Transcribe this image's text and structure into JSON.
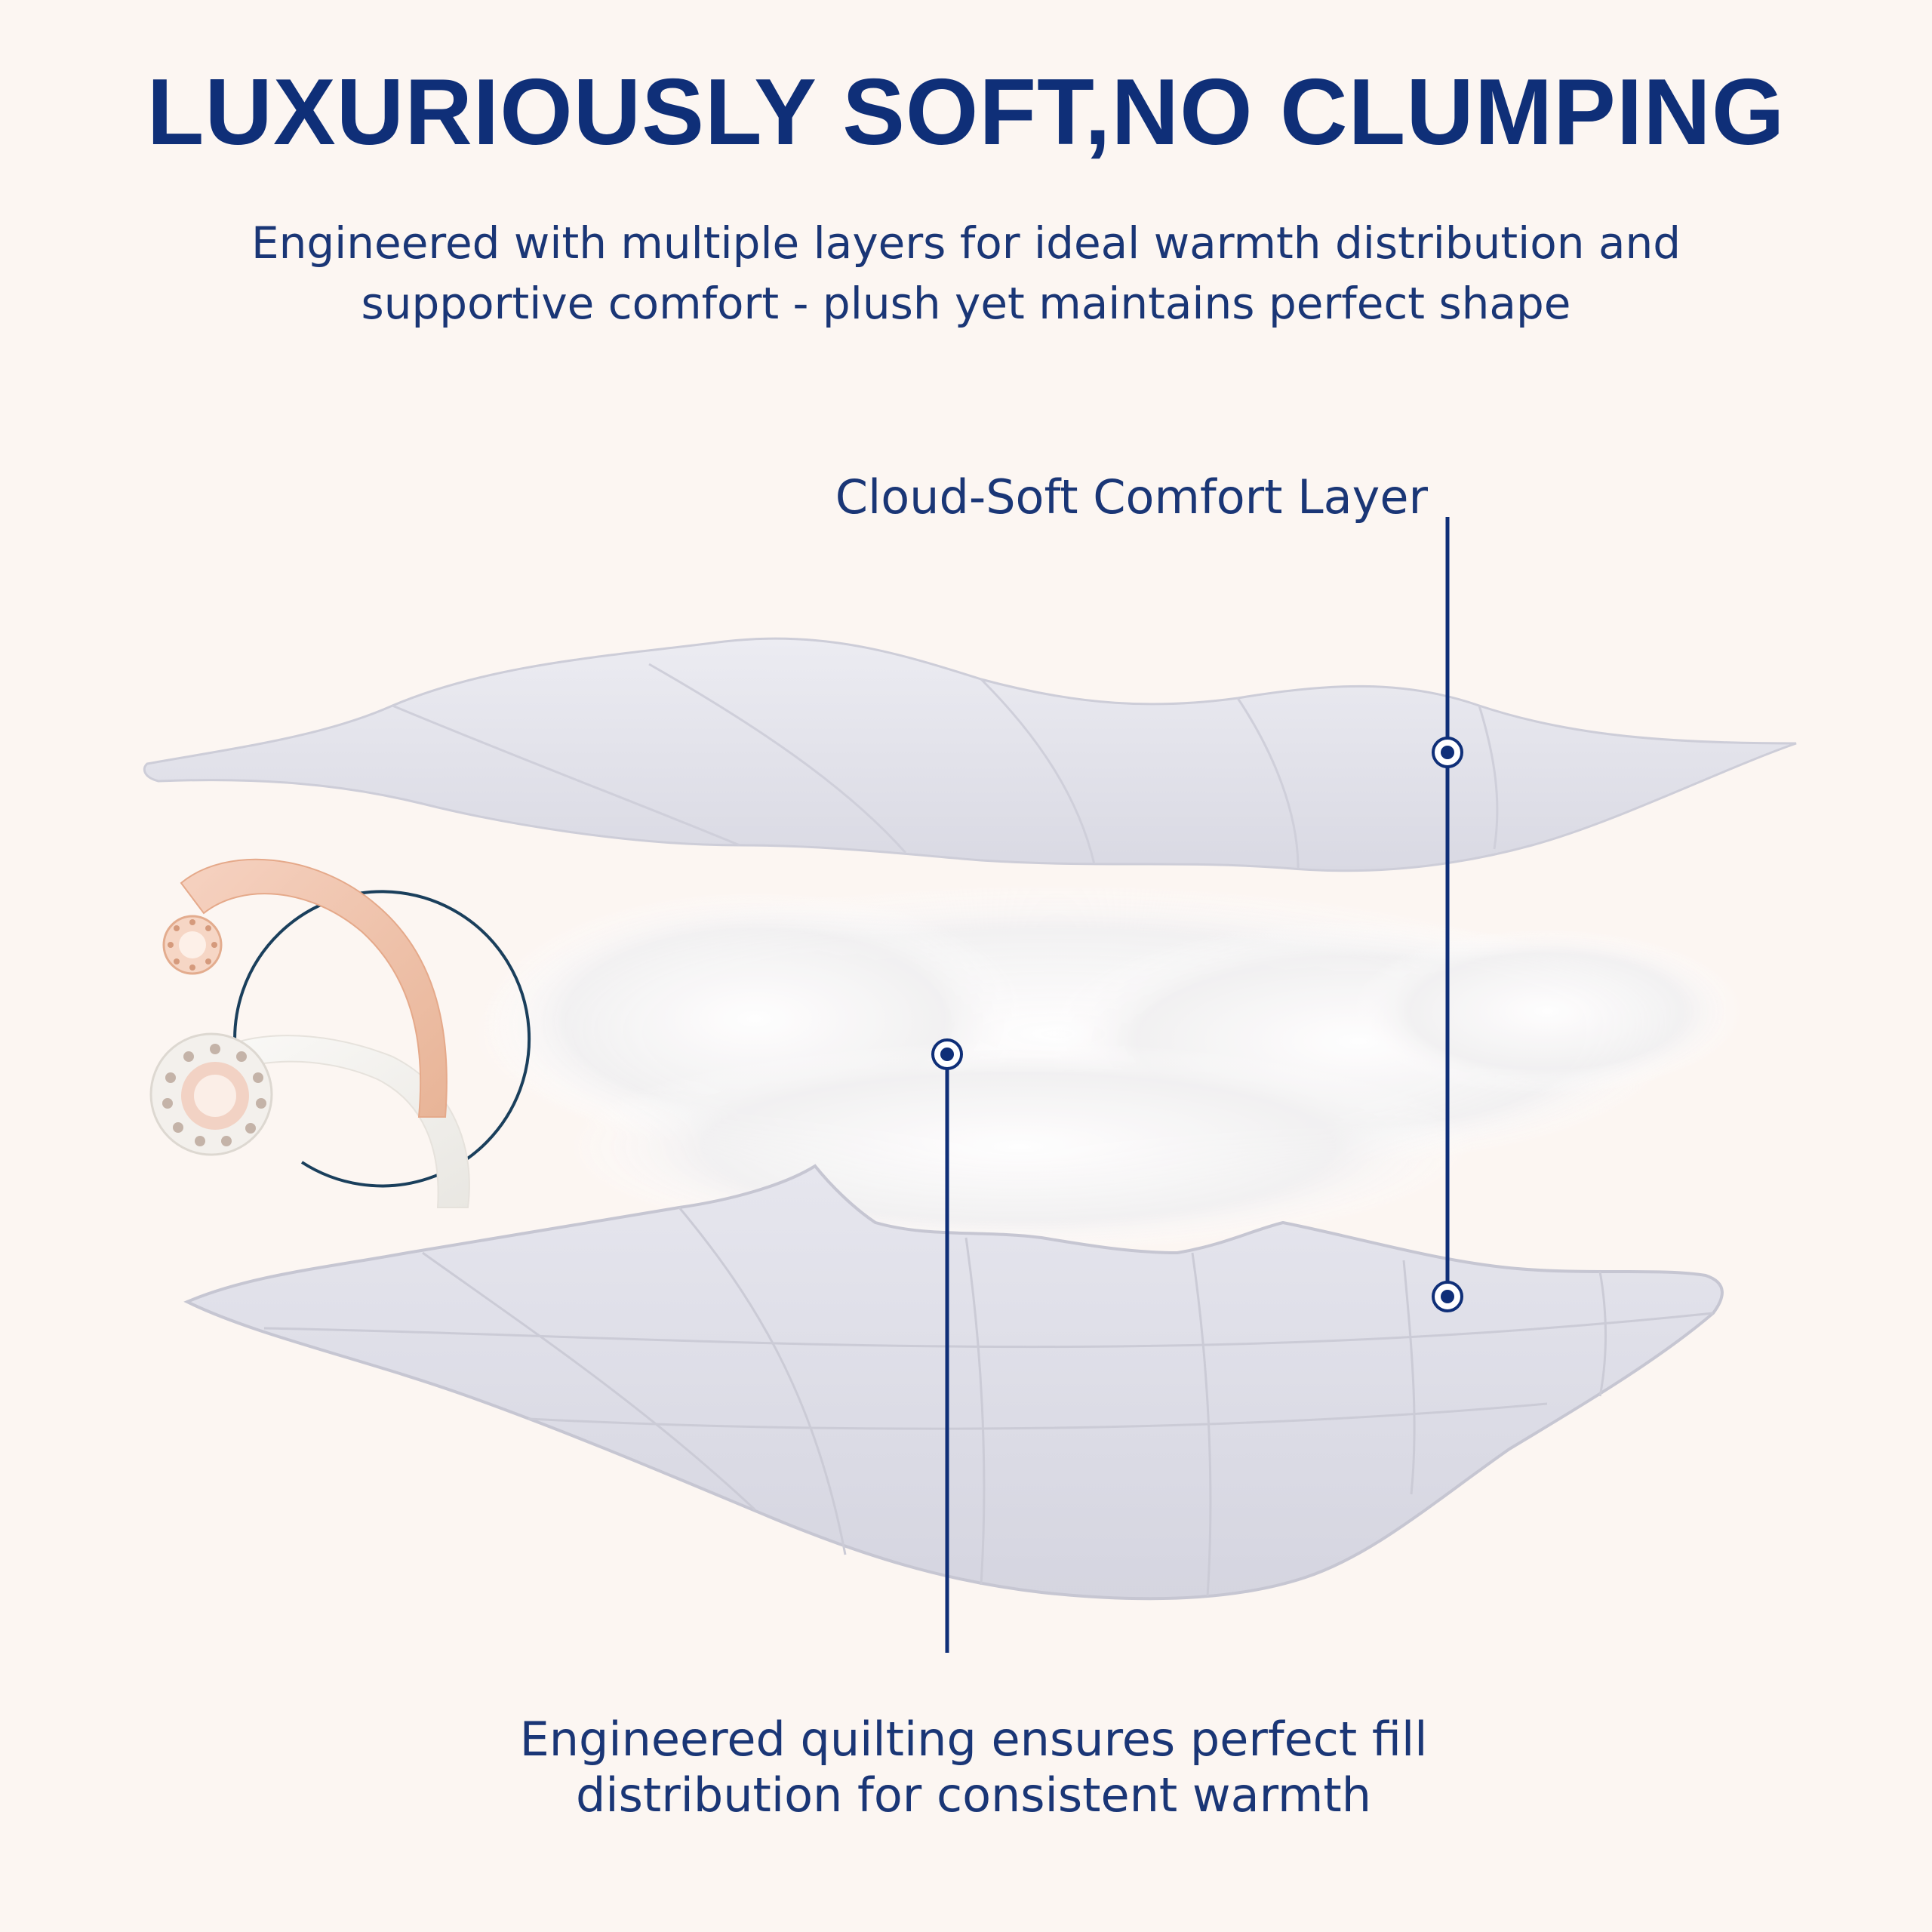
{
  "header": {
    "title": "LUXURIOUSLY SOFT,NO CLUMPING",
    "subtitle": "Engineered with multiple layers for ideal warmth distribution and supportive comfort - plush yet maintains perfect shape"
  },
  "callouts": {
    "top_label": "Cloud-Soft Comfort Layer",
    "bottom_label": "Engineered quilting ensures perfect fill distribution for consistent warmth"
  },
  "colors": {
    "background": "#fcf6f2",
    "accent_navy": "#0f2f78",
    "fabric": "#e2e2ea"
  },
  "icons": [
    "fiber-cross-section-icon"
  ]
}
